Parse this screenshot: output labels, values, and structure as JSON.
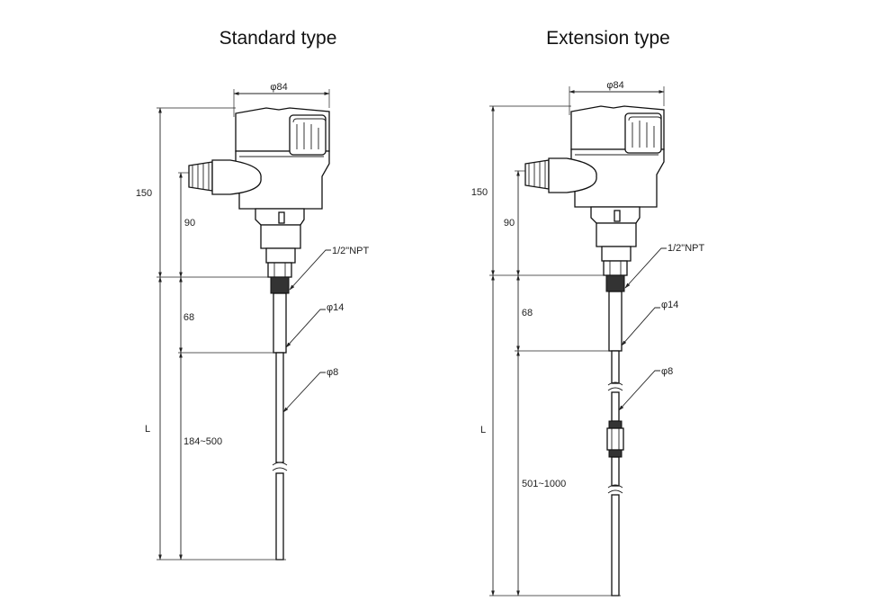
{
  "standard": {
    "title": "Standard type",
    "dia_head": "φ84",
    "h_total": "150",
    "h_housing": "90",
    "thread": "1/2\"NPT",
    "dia_tube": "φ14",
    "h_tube": "68",
    "dia_rod": "φ8",
    "length_label": "L",
    "length_range": "184~500"
  },
  "extension": {
    "title": "Extension type",
    "dia_head": "φ84",
    "h_total": "150",
    "h_housing": "90",
    "thread": "1/2\"NPT",
    "dia_tube": "φ14",
    "h_tube": "68",
    "dia_rod": "φ8",
    "length_label": "L",
    "length_range": "501~1000"
  }
}
